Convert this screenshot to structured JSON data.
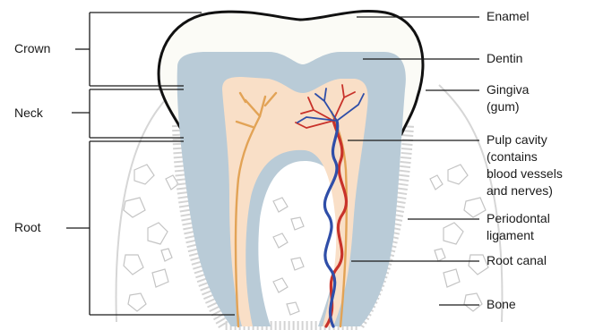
{
  "labels_left": {
    "crown": "Crown",
    "neck": "Neck",
    "root": "Root"
  },
  "labels_right": {
    "enamel": "Enamel",
    "dentin": "Dentin",
    "gingiva": [
      "Gingiva",
      "(gum)"
    ],
    "pulp_cavity": [
      "Pulp cavity",
      "(contains",
      "blood vessels",
      "and nerves)"
    ],
    "periodontal_ligament": [
      "Periodontal",
      "ligament"
    ],
    "root_canal": "Root canal",
    "bone": "Bone"
  },
  "colors": {
    "enamel": "#fbfbf6",
    "dentin": "#b9cbd7",
    "pulp": "#f9dfc7",
    "nerve": "#e2a356",
    "artery": "#c8322a",
    "vein": "#2f4ea8",
    "bone_outline": "#bdbdbd",
    "gum": "#efefef",
    "line": "#1a1a1a"
  }
}
